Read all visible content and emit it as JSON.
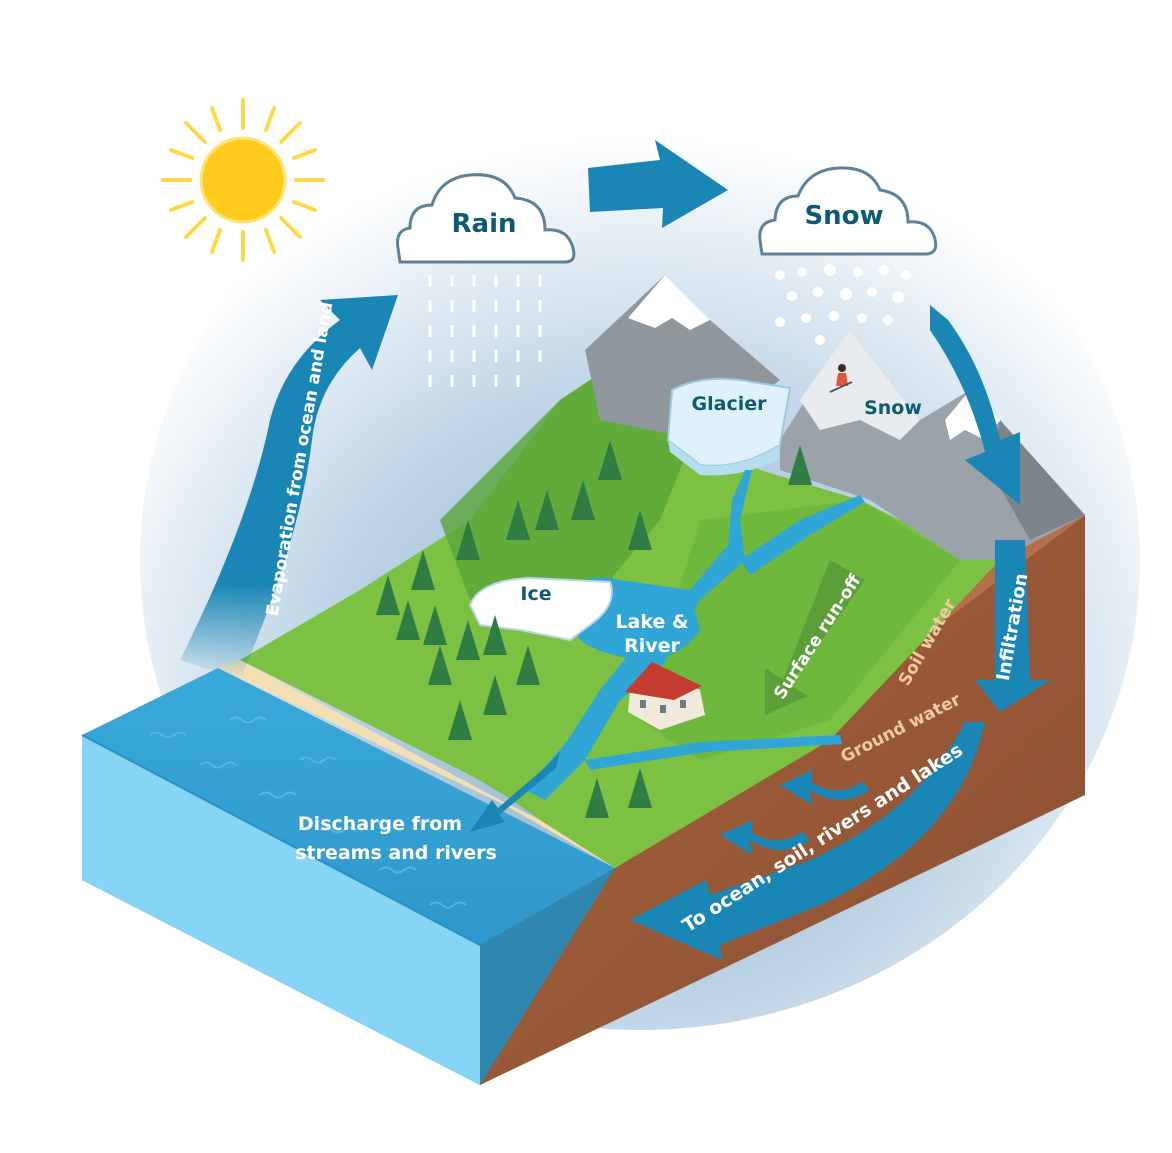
{
  "labels": {
    "rain": "Rain",
    "snow_cloud": "Snow",
    "glacier": "Glacier",
    "snow_mountain": "Snow",
    "ice": "Ice",
    "lake_line1": "Lake &",
    "lake_line2": "River",
    "evaporation": "Evaporation from ocean and land",
    "surface_runoff": "Surface run-off",
    "soil_water": "Soil water",
    "infiltration": "Infiltration",
    "ground_water": "Ground water",
    "discharge_line1": "Discharge from",
    "discharge_line2": "streams and rivers",
    "to_ocean": "To ocean, soil, rivers and lakes"
  },
  "colors": {
    "sky": "#cfe3f1",
    "ocean": "#35a9d8",
    "ocean_side": "#7fd0f2",
    "land_green": "#7cc142",
    "land_dark": "#4e9a2f",
    "soil": "#9a5a38",
    "soil_light": "#b87048",
    "arrow_blue": "#1a86b5",
    "mountain": "#9aa3aa",
    "sun": "#ffcc1d",
    "label_dark": "#0f5a73"
  }
}
